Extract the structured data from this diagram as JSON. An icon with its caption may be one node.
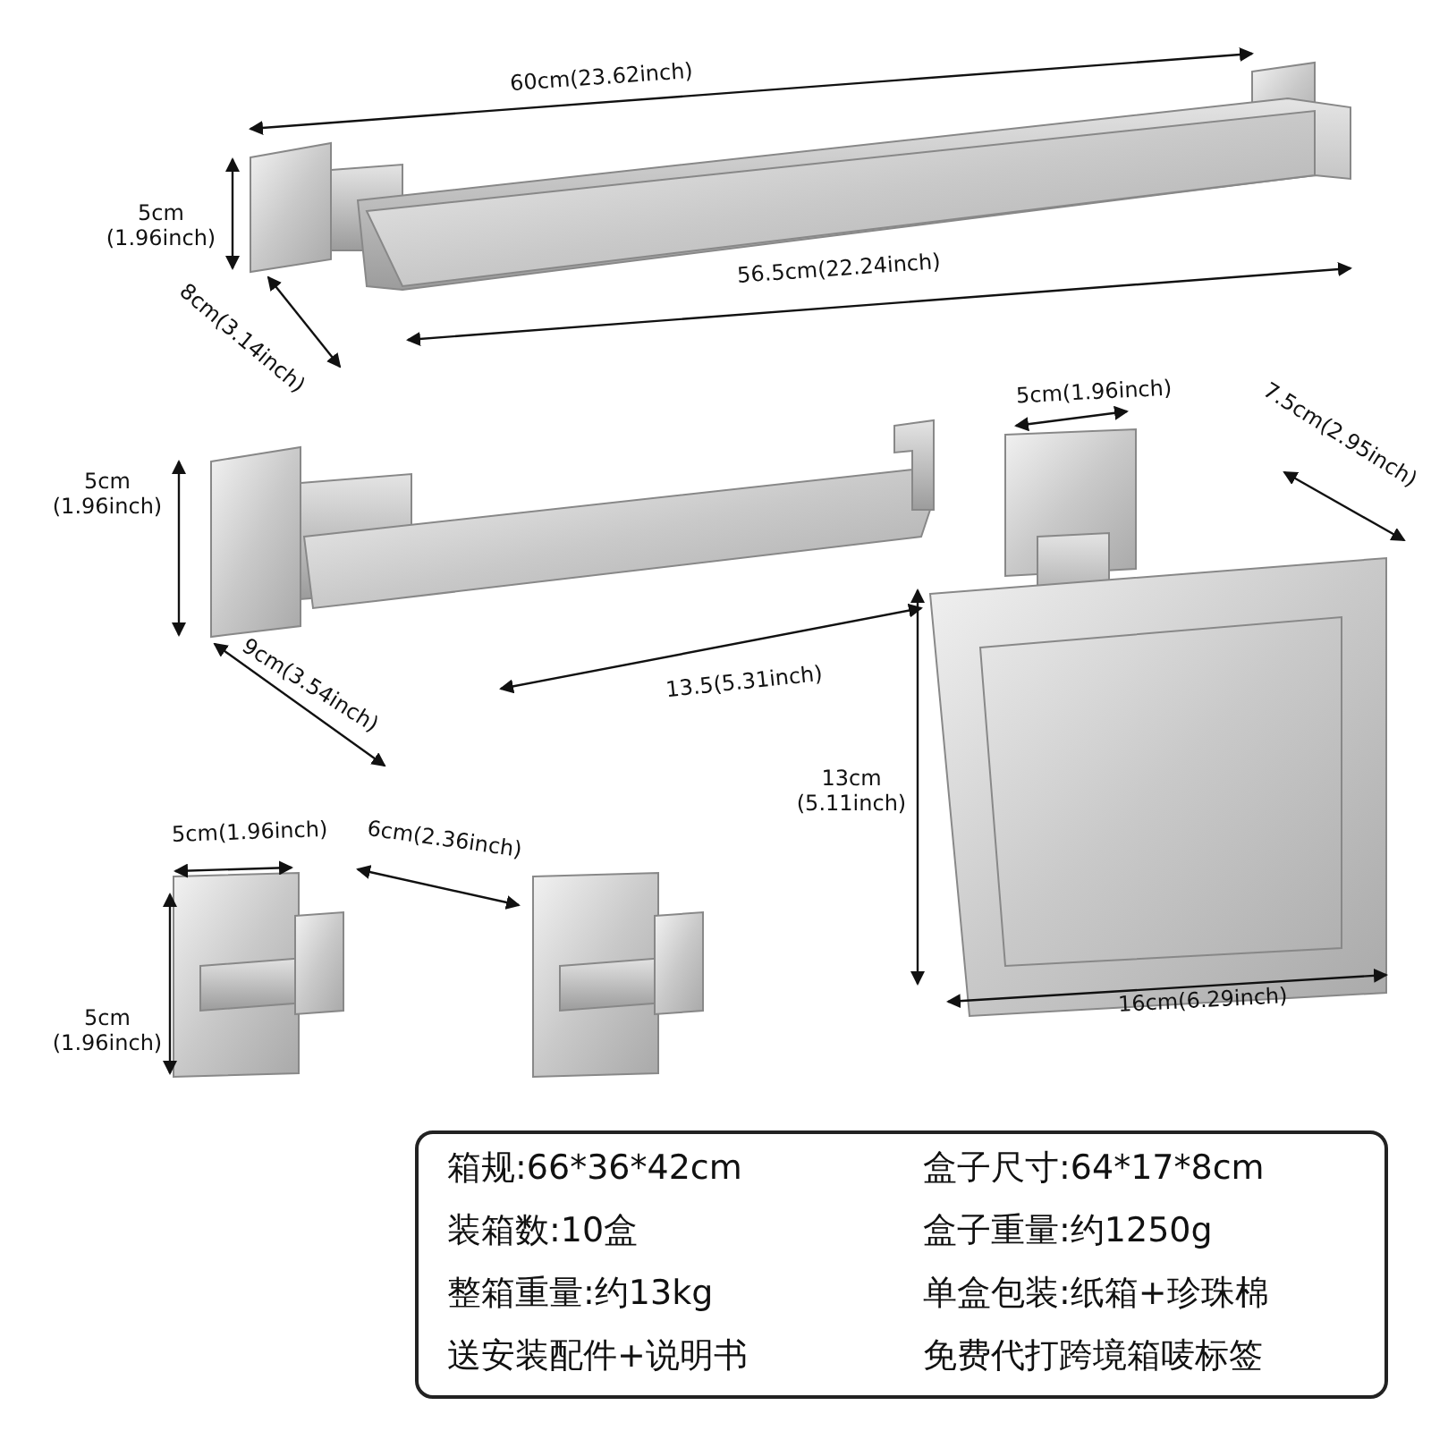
{
  "diagram": {
    "labels": [
      "60cm(23.62inch)",
      "5cm (1.96inch)",
      "8cm(3.14inch)",
      "56.5cm(22.24inch)",
      "5cm (1.96inch)",
      "5cm(1.96inch)",
      "7.5cm(2.95inch)",
      "9cm(3.54inch)",
      "13.5(5.31inch)",
      "13cm (5.11inch)",
      "5cm(1.96inch)",
      "6cm(2.36inch)",
      "5cm (1.96inch)",
      "16cm(6.29inch)",
      "箱规:66*36*42cm",
      "盒子尺寸:64*17*8cm",
      "装箱数:10盒",
      "盒子重量:约1250g",
      "整箱重量:约13kg",
      "单盒包装:纸箱+珍珠棉",
      "送安装配件+说明书",
      "免费代打跨境箱唛标签"
    ]
  }
}
